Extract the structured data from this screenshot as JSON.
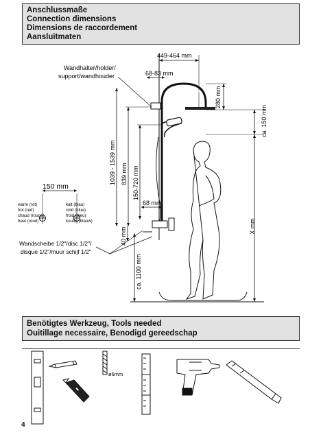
{
  "header": {
    "lines": [
      "Anschlussmaße",
      "Connection dimensions",
      "Dimensions de raccordement",
      "Aansluitmaten"
    ]
  },
  "diagram": {
    "dim_width": "449-464 mm",
    "dim_holder": "68-83 mm",
    "dim_head_drop": "280 mm",
    "dim_ca150": "ca. 150 mm",
    "dim_total_height": "1039 - 1539 mm",
    "dim_839": "839 mm",
    "dim_slide": "150-720 mm",
    "dim_68": "68 mm",
    "dim_40": "40 mm",
    "dim_floor": "ca. 1100 mm",
    "dim_x": "X mm",
    "dim_150": "150 mm",
    "holder_label_1": "Wandhalter/holder/",
    "holder_label_2": "support/wandhouder",
    "left_col": [
      "warm (rot)",
      "hot (red)",
      "chaud (rouge)",
      "heet (rood)"
    ],
    "right_col": [
      "kalt (blau)",
      "cold (blue)",
      "froid (bleu)",
      "koude (blauw)"
    ],
    "wall_disc_1": "Wandscheibe 1/2\"/disc 1/2\"/",
    "wall_disc_2": "disque 1/2\"/muur schijf 1/2\""
  },
  "tools_header": {
    "lines": [
      "Benötigtes Werkzeug, Tools needed",
      "Ouitillage necessaire, Benodigd gereedschap"
    ]
  },
  "tools": {
    "drill_bit_label": "ø6mm",
    "icons": [
      "spirit-level-icon",
      "pencil-icon",
      "utility-knife-icon",
      "drill-bit-icon",
      "folding-rule-icon",
      "power-drill-icon",
      "screwdriver-icon"
    ]
  },
  "page": {
    "number": "4"
  }
}
